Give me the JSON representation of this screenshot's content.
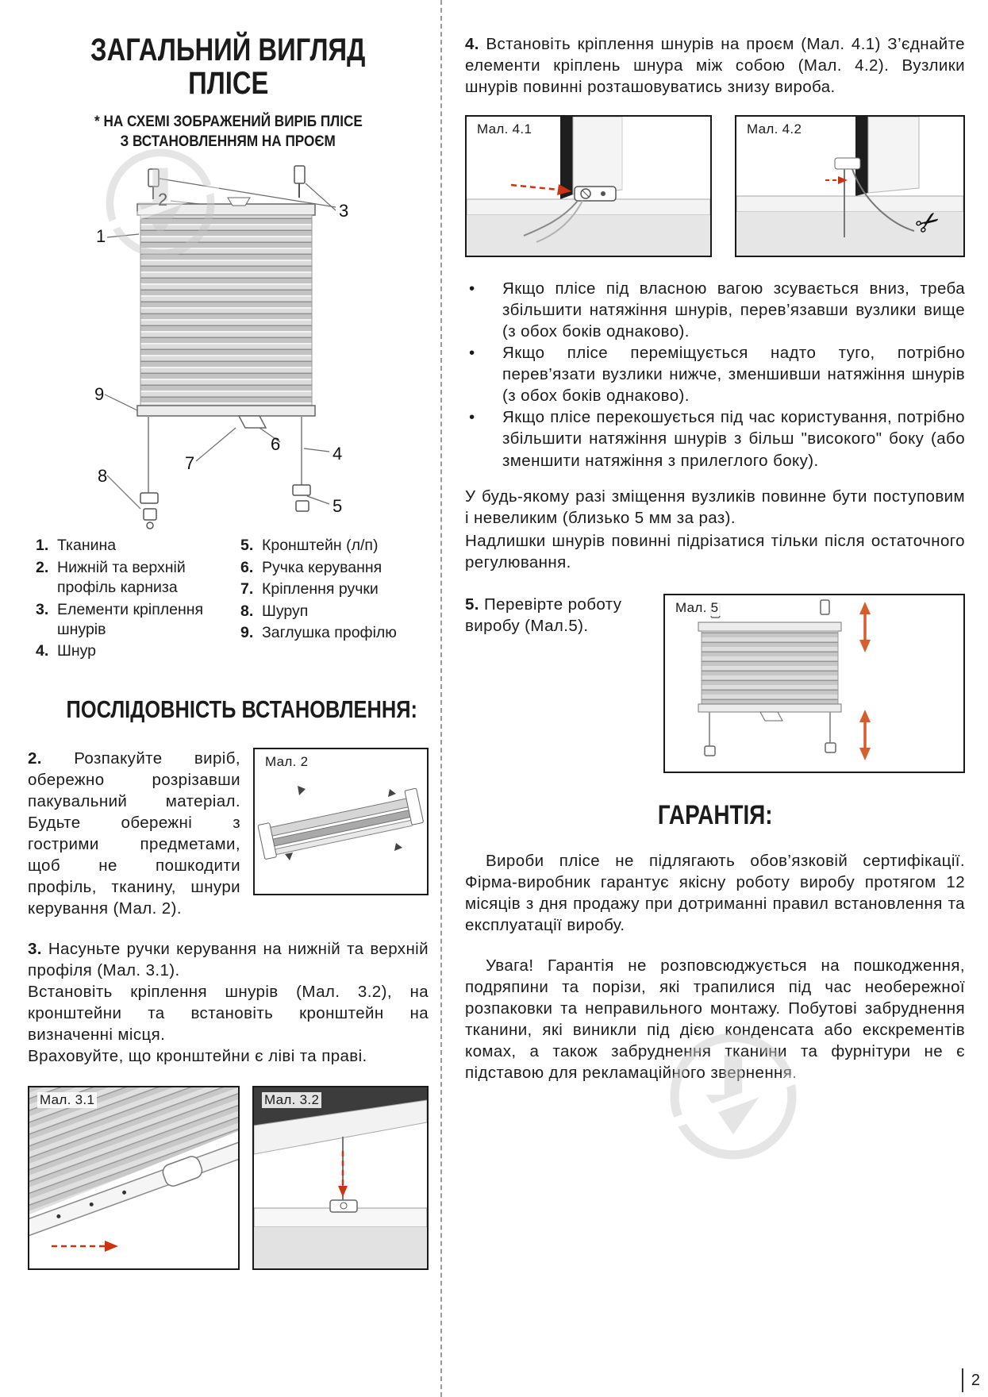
{
  "page": {
    "number": "2"
  },
  "icons": {
    "scissors": "✂",
    "bullet": "•"
  },
  "colors": {
    "accent_red": "#cc3311",
    "watermark_gray": "#c6c6c6"
  },
  "left": {
    "title_line1": "ЗАГАЛЬНИЙ ВИГЛЯД",
    "title_line2": "ПЛІСЕ",
    "subtitle_line1": "* НА СХЕМІ ЗОБРАЖЕНИЙ ВИРІБ ПЛІСЕ",
    "subtitle_line2": "З ВСТАНОВЛЕННЯМ НА ПРОЄМ",
    "legend_left": [
      {
        "num": "1.",
        "text": "Тканина"
      },
      {
        "num": "2.",
        "text": "Нижній та верхній профіль карниза"
      },
      {
        "num": "3.",
        "text": "Елементи кріплення шнурів"
      },
      {
        "num": "4.",
        "text": "Шнур"
      }
    ],
    "legend_right": [
      {
        "num": "5.",
        "text": "Кронштейн (л/п)"
      },
      {
        "num": "6.",
        "text": "Ручка керування"
      },
      {
        "num": "7.",
        "text": "Кріплення ручки"
      },
      {
        "num": "8.",
        "text": "Шуруп"
      },
      {
        "num": "9.",
        "text": "Заглушка профілю"
      }
    ],
    "sequence_heading": "ПОСЛІДОВНІСТЬ ВСТАНОВЛЕННЯ:",
    "step2": {
      "num": "2.",
      "text": "Розпакуйте виріб, обережно розрізавши пакувальний матеріал. Будьте обережні з гострими предметами, щоб не пошкодити профіль, тканину, шнури керування (Мал. 2)."
    },
    "fig2_label": "Мал. 2",
    "step3": {
      "num": "3.",
      "line1": "Насуньте ручки керування на нижній та верхній профіля (Мал. 3.1).",
      "line2": "Встановіть кріплення шнурів (Мал. 3.2), на кронштейни та встановіть кронштейн на визначенні місця.",
      "line3": "Враховуйте, що кронштейни є ліві та праві."
    },
    "fig31_label": "Мал. 3.1",
    "fig32_label": "Мал. 3.2"
  },
  "right": {
    "step4": {
      "num": "4.",
      "text": "Встановіть кріплення шнурів на проєм (Мал. 4.1) З’єднайте елементи кріплень шнура між собою (Мал. 4.2). Вузлики шнурів повинні розташовуватись знизу вироба."
    },
    "fig41_label": "Мал. 4.1",
    "fig42_label": "Мал. 4.2",
    "bullets": [
      "Якщо плісе під власною вагою зсувається вниз, треба збільшити натяжіння шнурів, перев’язавши вузлики вище (з обох боків однаково).",
      "Якщо плісе переміщується надто туго, потрібно перев’язати вузлики нижче, зменшивши натяжіння шнурів (з обох боків однаково).",
      "Якщо плісе перекошується під час користування, потрібно збільшити натяжіння шнурів з більш \"високого\" боку (або зменшити натяжіння з прилеглого боку)."
    ],
    "note_line1": "У будь-якому разі зміщення вузликів повинне бути поступовим і невеликим (близько 5 мм за раз).",
    "note_line2": "Надлишки шнурів повинні підрізатися тільки після остаточного регулювання.",
    "step5": {
      "num": "5.",
      "text": "Перевірте роботу виробу (Мал.5)."
    },
    "fig5_label": "Мал. 5",
    "warranty_heading": "ГАРАНТІЯ:",
    "warranty_p1": "Вироби плісе не підлягають обов’язковій сертифікації. Фірма-виробник гарантує якісну роботу виробу протягом 12 місяців з дня продажу при дотриманні правил встановлення та експлуатації виробу.",
    "warranty_p2": "Увага! Гарантія не розповсюджується на пошкодження, подряпини та порізи, які трапилися під час необережної розпаковки та неправильного монтажу. Побутові забруднення тканини, які виникли під дією конденсата або екскрементів комах, а також забруднення тканини та фурнітури не є підставою для рекламаційного звернення."
  },
  "diagram": {
    "callouts": [
      "1",
      "2",
      "3",
      "4",
      "5",
      "6",
      "7",
      "8",
      "9"
    ]
  }
}
